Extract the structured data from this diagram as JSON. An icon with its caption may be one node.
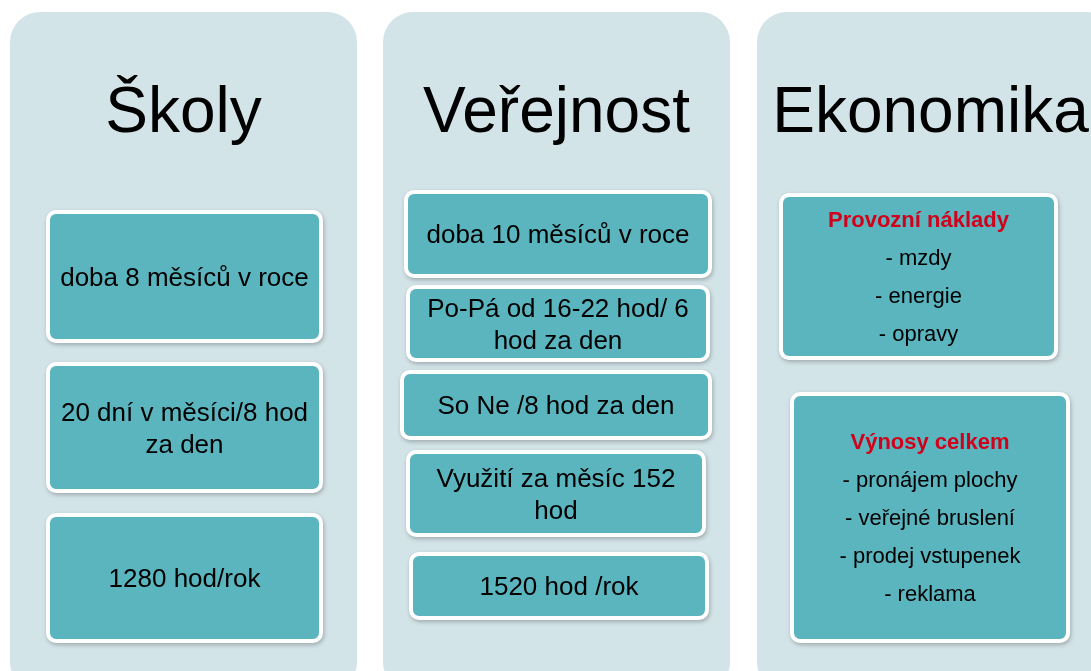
{
  "diagram": {
    "nodes": [
      {
        "text": [
          "Školy"
        ]
      },
      {
        "text": [
          "doba 8 měsíců v roce"
        ],
        "in": 0
      },
      {
        "text": [
          "20 dní v měsíci/8 hod za den"
        ],
        "in": 0
      },
      {
        "text": [
          "1280 hod/rok"
        ],
        "in": 0
      },
      {
        "text": [
          "Veřejnost"
        ]
      },
      {
        "text": [
          "doba 10 měsíců v roce"
        ],
        "in": 4
      },
      {
        "text": [
          "Po-Pá od 16-22 hod/ 6 hod za den"
        ],
        "in": 4
      },
      {
        "text": [
          "So Ne /8 hod za den"
        ],
        "in": 4
      },
      {
        "text": [
          "Využití za měsíc 152 hod"
        ],
        "in": 4
      },
      {
        "text": [
          "1520 hod /rok"
        ],
        "in": 4
      },
      {
        "text": [
          "Ekonomika"
        ]
      },
      {
        "text": [
          "Provozní náklady",
          "- mzdy",
          "- energie",
          "- opravy"
        ],
        "in": 10
      },
      {
        "text": [
          "Výnosy celkem",
          "- pronájem plochy",
          "- veřejné bruslení",
          "- prodej vstupenek",
          "- reklama"
        ],
        "in": 10
      }
    ]
  }
}
